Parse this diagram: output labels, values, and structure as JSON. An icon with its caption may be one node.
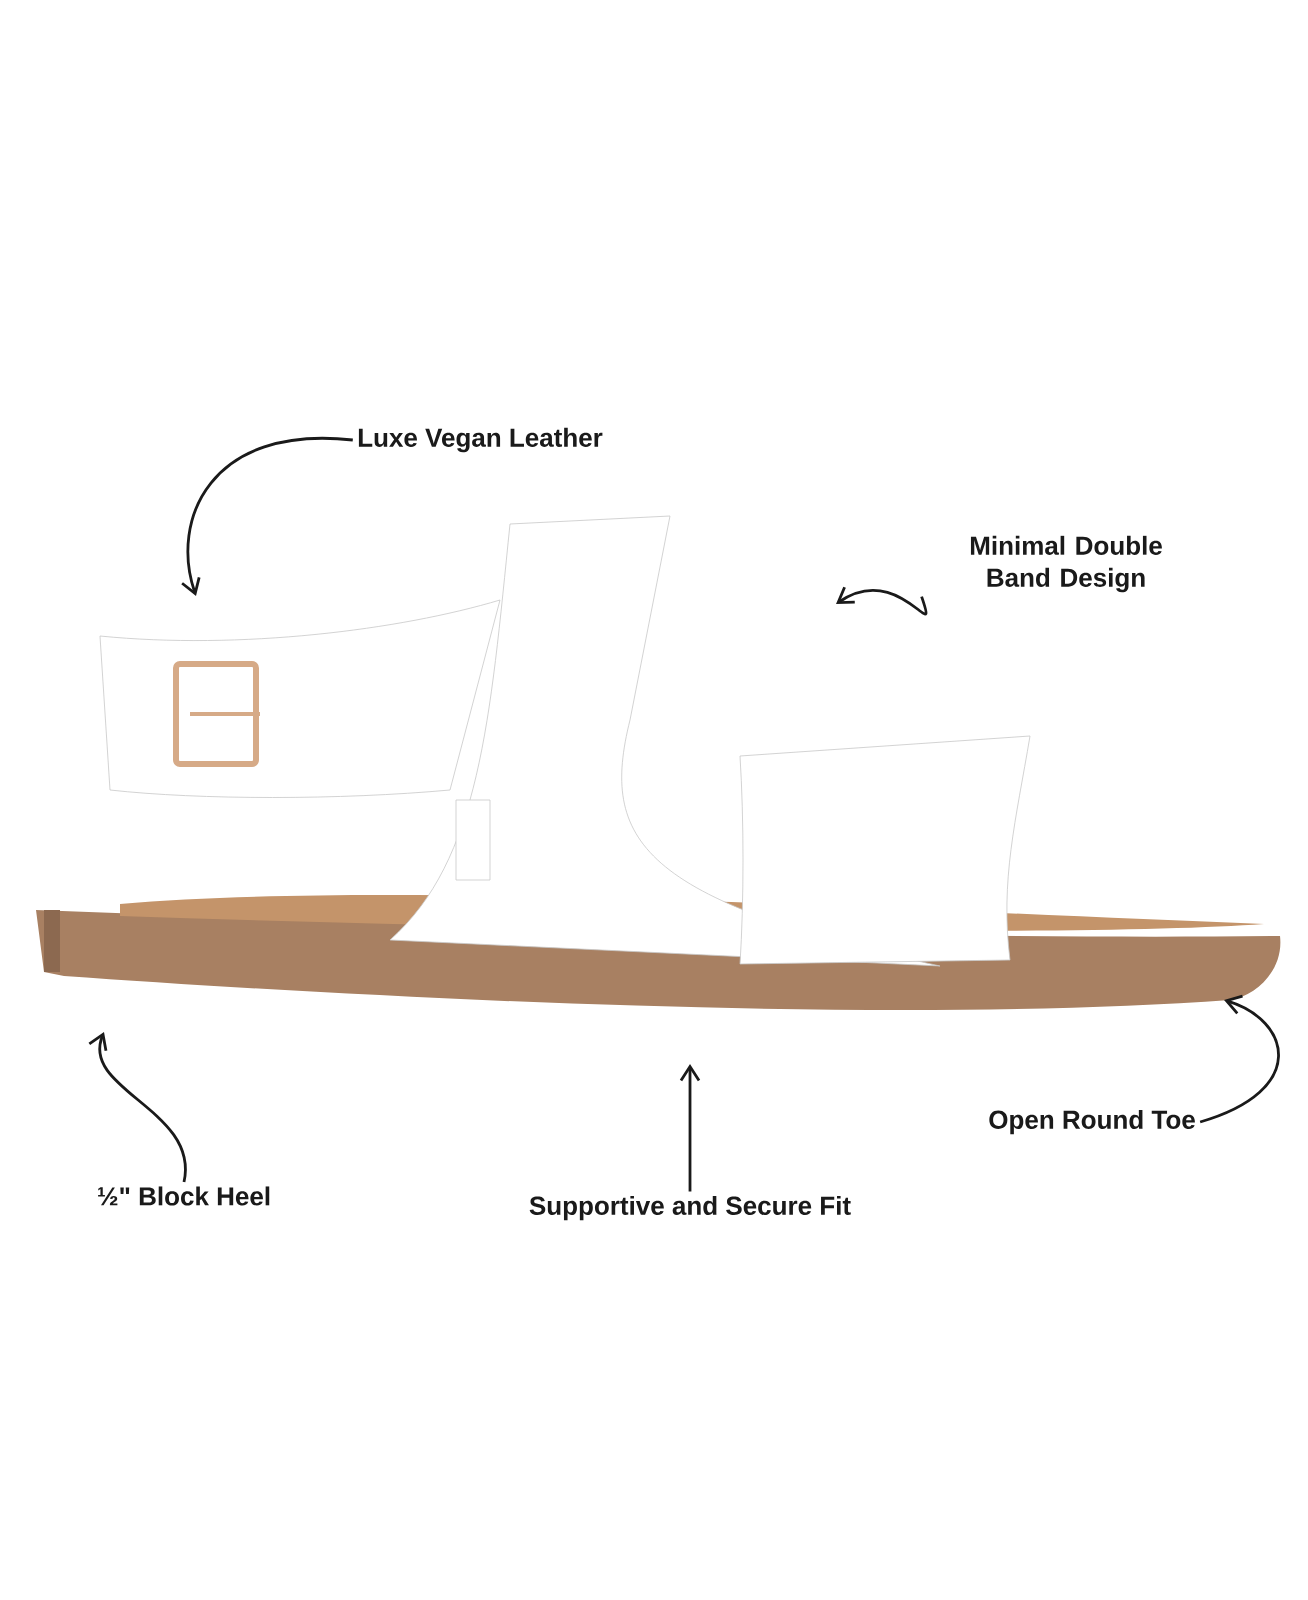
{
  "diagram": {
    "nodes": [
      {
        "text": [
          "Luxe Vegan Leather"
        ]
      },
      {
        "text": [
          "Minimal Double Band Design"
        ]
      },
      {
        "text": [
          "½\" Block Heel"
        ]
      },
      {
        "text": [
          "Supportive and Secure Fit"
        ]
      },
      {
        "text": [
          "Open Round Toe"
        ]
      }
    ],
    "edges": [
      {
        "from": 0,
        "to": null,
        "arrow": "to"
      },
      {
        "from": 1,
        "to": null,
        "arrow": "to"
      },
      {
        "from": 2,
        "to": null,
        "arrow": "to"
      },
      {
        "from": 3,
        "to": null,
        "arrow": "to"
      },
      {
        "from": 4,
        "to": null,
        "arrow": "to"
      }
    ]
  }
}
